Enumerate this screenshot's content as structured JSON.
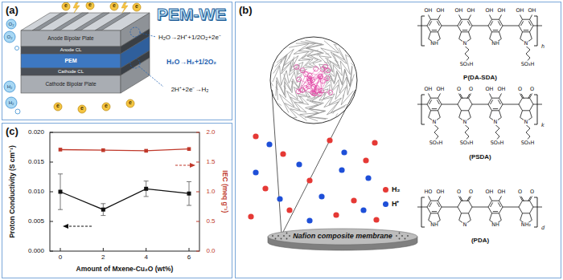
{
  "diagram": {
    "nodes": [
      {
        "text": [
          "(a)"
        ]
      },
      {
        "text": [
          "(c)"
        ]
      },
      {
        "text": [
          "(b)"
        ]
      },
      {
        "text": [
          "Nafion composite membrane"
        ],
        "in": 2
      }
    ],
    "labels": [
      "PEM-WE",
      "H₂O→2H⁺+1/2O₂+2e⁻",
      "H₂O→H₂+1/2O₂",
      "2H⁺+2e⁻→H₂",
      "Anode Bipolar Plate",
      "Anode CL",
      "PEM",
      "Cathode CL",
      "Cathode Bipolar Plate",
      "O₂",
      "O₂",
      "H₂",
      "H₂",
      "e",
      "e",
      "e",
      "e",
      "e",
      "e",
      "e",
      "e",
      "Proton Conductivity (S cm⁻¹)",
      "0.000",
      "0.005",
      "0.010",
      "0.015",
      "0.020",
      "0.0",
      "0.5",
      "1.0",
      "1.5",
      "2.0",
      "IEC (meq g⁻¹)",
      "0",
      "2",
      "4",
      "6",
      "Amount of Mxene-Cu₂O (wt%)",
      "OH",
      "OH",
      "NH",
      "OH",
      "OH",
      "N",
      "SO₃H",
      "OH",
      "OH",
      "NH",
      "OH",
      "OH",
      "N",
      "SO₃H",
      "h",
      "P(DA-SDA)",
      "OH",
      "OH",
      "N",
      "SO₃H",
      "O",
      "O",
      "N",
      "SO₃H",
      "OH",
      "OH",
      "N",
      "SO₃H",
      "O",
      "O",
      "N",
      "SO₃H",
      "k",
      "(PSDA)",
      "HO",
      "OH",
      "NH",
      "O",
      "O",
      "N",
      "OH",
      "OH",
      "NH",
      "O",
      "O",
      "NH₂",
      "d",
      "(PDA)"
    ],
    "legend": [
      {
        "text": "H₂",
        "color": "#e53935"
      },
      {
        "text": "H⁺",
        "color": "#1e4fd8"
      }
    ]
  }
}
